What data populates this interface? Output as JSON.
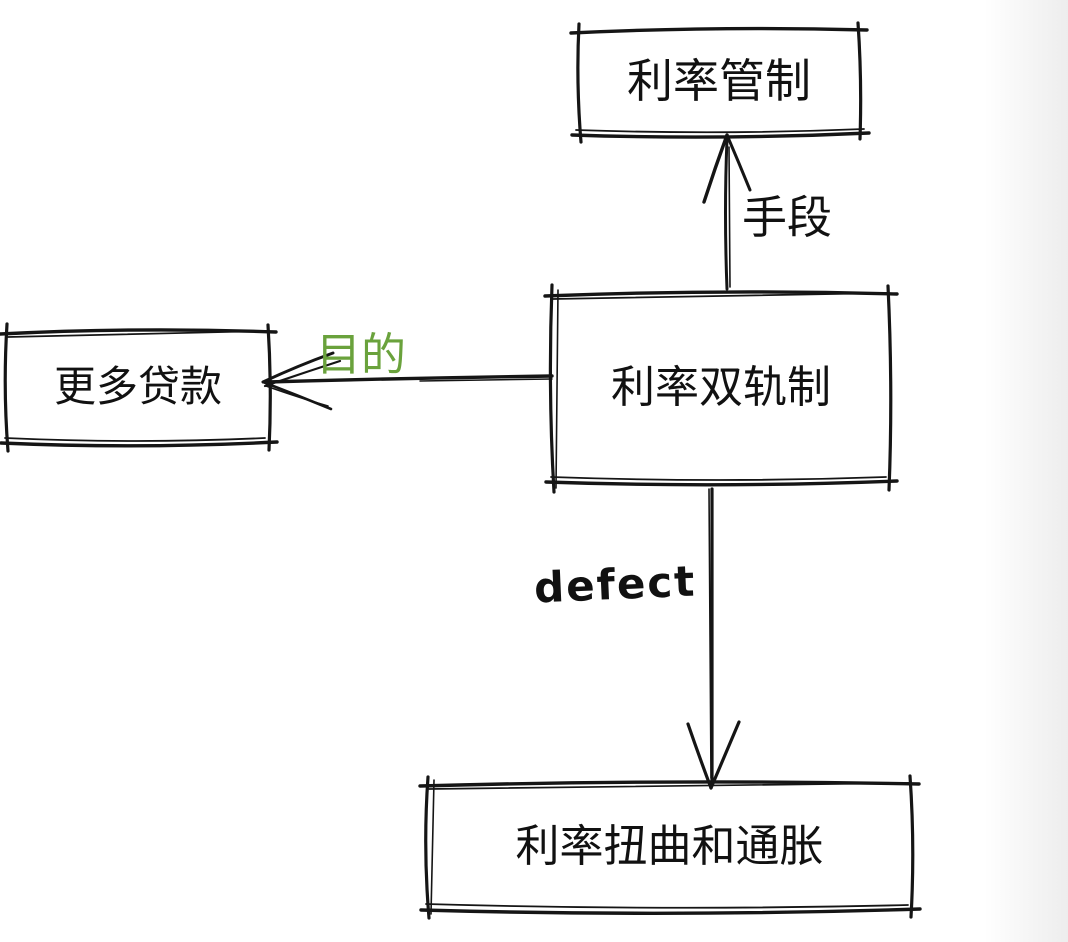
{
  "diagram": {
    "title": "interest-rate dual-track sketch flowchart",
    "nodes": [
      {
        "id": "interest-rate-control",
        "label": "利率管制"
      },
      {
        "id": "dual-track-system",
        "label": "利率双轨制"
      },
      {
        "id": "more-loans",
        "label": "更多贷款"
      },
      {
        "id": "distortion-inflation",
        "label": "利率扭曲和通胀"
      }
    ],
    "edges": [
      {
        "from": "dual-track-system",
        "to": "interest-rate-control",
        "label": "手段",
        "direction": "up",
        "label_color": "#111111"
      },
      {
        "from": "dual-track-system",
        "to": "more-loans",
        "label": "目的",
        "direction": "left",
        "label_color": "#6aa23c"
      },
      {
        "from": "dual-track-system",
        "to": "distortion-inflation",
        "label": "defect",
        "direction": "down",
        "label_color": "#111111"
      }
    ],
    "colors": {
      "stroke": "#151515",
      "purpose_label_green": "#6aa23c",
      "background": "#ffffff"
    }
  }
}
